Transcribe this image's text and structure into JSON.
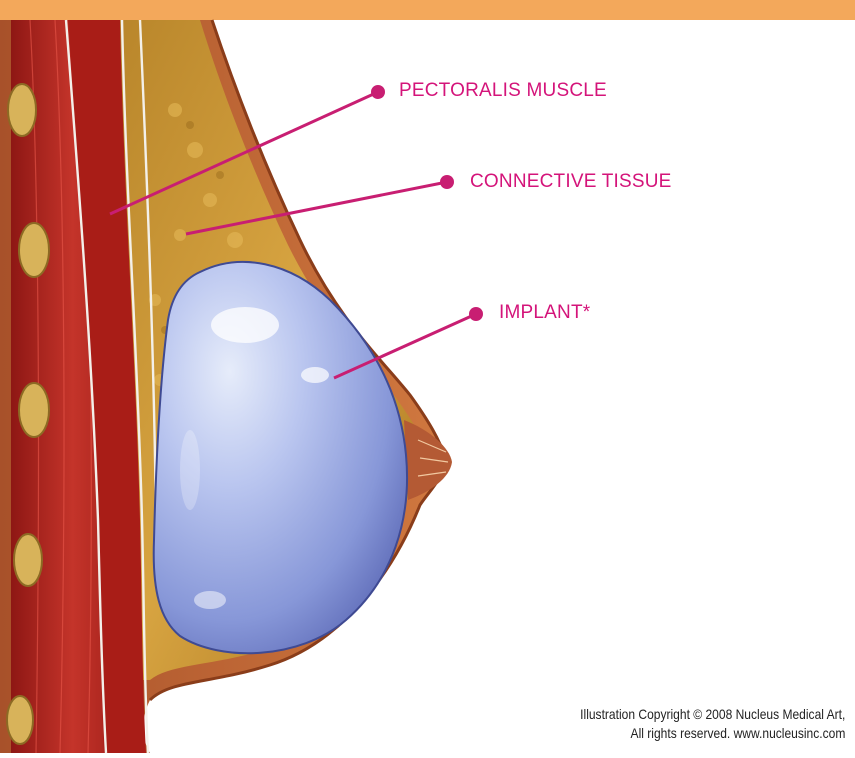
{
  "colors": {
    "frame": "#f3a85b",
    "label": "#d4147a",
    "leader": "#c81e72",
    "skin": "#c86a36",
    "muscle": "#b3221b",
    "fat": "#c9922e",
    "implant": "#8fa0de"
  },
  "labels": {
    "pectoralis": "PECTORALIS MUSCLE",
    "connective": "CONNECTIVE TISSUE",
    "implant": "IMPLANT*"
  },
  "copyright": {
    "line1": "Illustration Copyright © 2008 Nucleus Medical Art,",
    "line2": "All rights reserved. www.nucleusinc.com"
  }
}
